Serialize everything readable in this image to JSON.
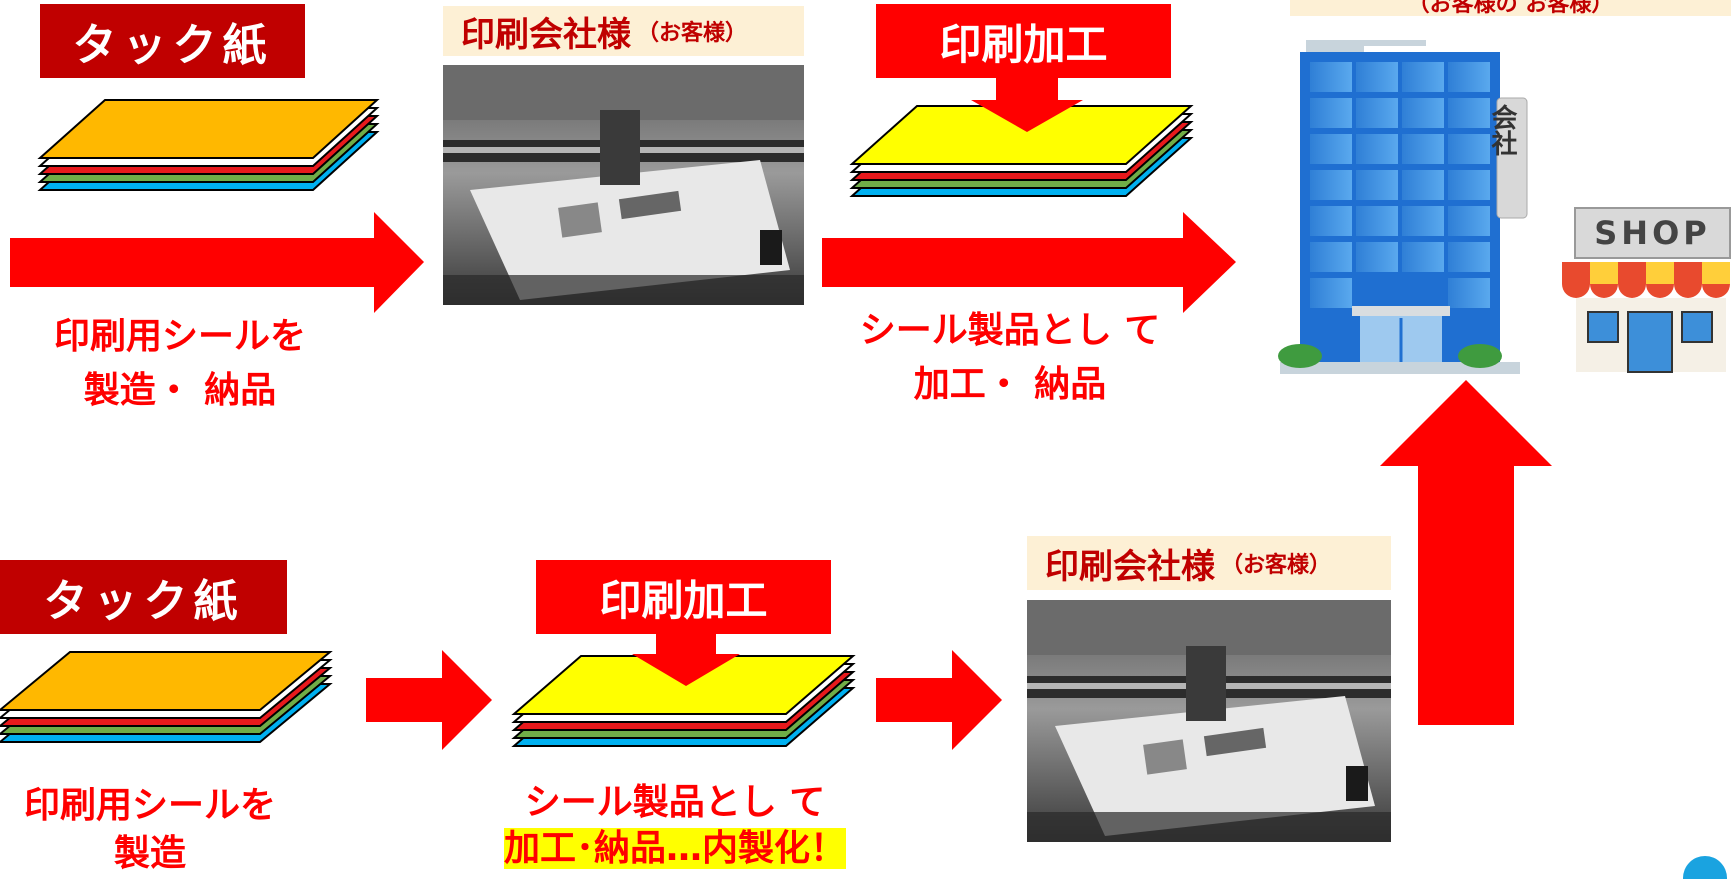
{
  "top_row": {
    "tack_label": "タック紙",
    "customer_title": "印刷会社様",
    "customer_suffix": "（お客様）",
    "process_label": "印刷加工",
    "caption1_line1": "印刷用シールを",
    "caption1_line2": "製造・ 納品",
    "caption2_line1": "シール製品とし て",
    "caption2_line2": "加工・ 納品"
  },
  "bottom_row": {
    "tack_label": "タック紙",
    "process_label": "印刷加工",
    "customer_title": "印刷会社様",
    "customer_suffix": "（お客様）",
    "caption1_line1": "印刷用シールを",
    "caption1_line2": "製造",
    "caption2_line1": "シール製品とし て",
    "caption2_line2": "加工･納品…内製化！"
  },
  "end_customer": {
    "label": "（お客様の お客様）",
    "building_sign": "会社",
    "shop_sign": "SHOP"
  },
  "colors": {
    "arrow_red": "#ff0000",
    "tack_bg": "#c00000",
    "sheet_top_orange": "#ffb800",
    "sheet_top_yellow": "#ffff00",
    "sheet_red": "#e8191c",
    "sheet_green": "#70ad47",
    "sheet_blue": "#00b0f0",
    "highlight": "#ffff00"
  }
}
